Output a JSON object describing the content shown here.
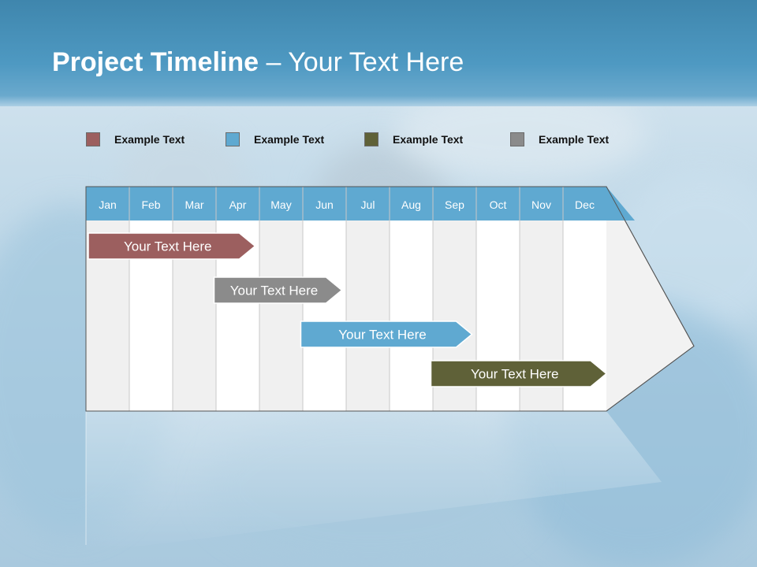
{
  "title": {
    "bold": "Project Timeline",
    "rest": " – Your Text Here"
  },
  "legend": [
    {
      "label": "Example Text",
      "color": "#9c5f5f"
    },
    {
      "label": "Example Text",
      "color": "#5fa9d1"
    },
    {
      "label": "Example Text",
      "color": "#5f6138"
    },
    {
      "label": "Example Text",
      "color": "#8b8b8b"
    }
  ],
  "timeline": {
    "months": [
      "Jan",
      "Feb",
      "Mar",
      "Apr",
      "May",
      "Jun",
      "Jul",
      "Aug",
      "Sep",
      "Oct",
      "Nov",
      "Dec"
    ],
    "header_color": "#5fa9d1",
    "tasks": [
      {
        "label": "Your  Text Here",
        "start": 0,
        "end": 3.9,
        "color": "#9c5f5f"
      },
      {
        "label": "Your  Text Here",
        "start": 2.9,
        "end": 5.9,
        "color": "#8b8b8b"
      },
      {
        "label": "Your  Text Here",
        "start": 4.9,
        "end": 8.9,
        "color": "#5fa9d1"
      },
      {
        "label": "Your  Text Here",
        "start": 7.9,
        "end": 12,
        "color": "#5f6138"
      }
    ]
  }
}
